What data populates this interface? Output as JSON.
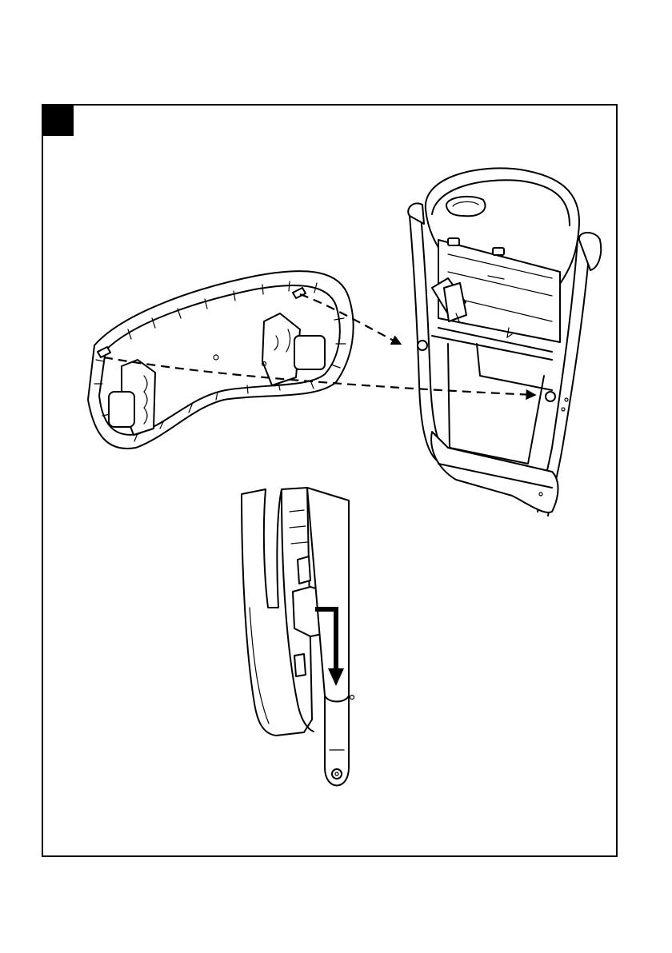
{
  "step": {
    "label": ""
  },
  "colors": {
    "ink": "#000000",
    "paper": "#ffffff"
  },
  "parts": {
    "tray": "tray-underside",
    "chair": "folded-high-chair",
    "detail": "tray-clip-detail"
  }
}
